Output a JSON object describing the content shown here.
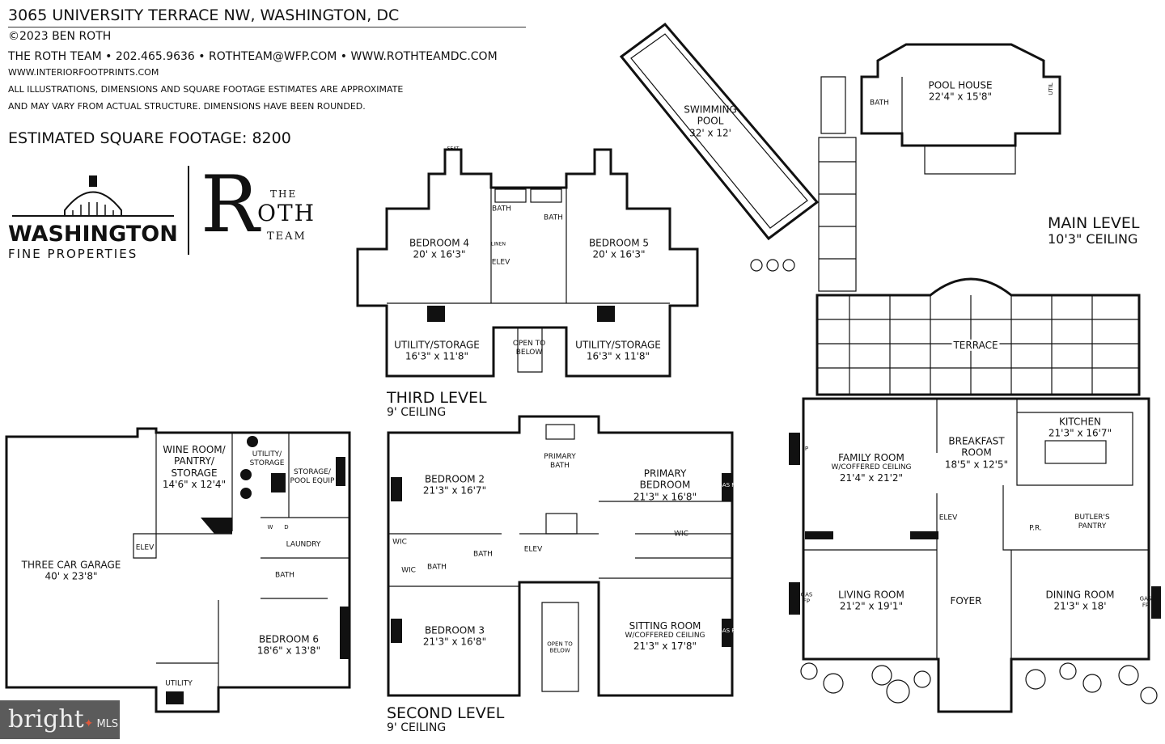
{
  "header": {
    "address": "3065 UNIVERSITY TERRACE NW, WASHINGTON, DC",
    "copyright": "©2023 BEN ROTH",
    "contact": "THE ROTH TEAM • 202.465.9636 • ROTHTEAM@WFP.COM • WWW.ROTHTEAMDC.COM",
    "website": "WWW.INTERIORFOOTPRINTS.COM",
    "disclaimer_1": "ALL ILLUSTRATIONS, DIMENSIONS AND SQUARE FOOTAGE ESTIMATES ARE APPROXIMATE",
    "disclaimer_2": "AND MAY VARY FROM ACTUAL STRUCTURE. DIMENSIONS HAVE BEEN ROUNDED.",
    "square_footage": "ESTIMATED SQUARE FOOTAGE: 8200"
  },
  "logos": {
    "wfp_line1": "WASHINGTON",
    "wfp_line2": "FINE PROPERTIES",
    "roth_r": "R",
    "roth_the": "THE",
    "roth_oth": "OTH",
    "roth_team": "TEAM"
  },
  "levels": {
    "third": {
      "name": "THIRD LEVEL",
      "ceiling": "9' CEILING"
    },
    "second": {
      "name": "SECOND LEVEL",
      "ceiling": "9' CEILING"
    },
    "main": {
      "name": "MAIN LEVEL",
      "ceiling": "10'3\" CEILING"
    }
  },
  "third_rooms": {
    "bedroom4": {
      "name": "BEDROOM 4",
      "dim": "20' x 16'3\""
    },
    "bedroom5": {
      "name": "BEDROOM 5",
      "dim": "20' x 16'3\""
    },
    "util_l": {
      "name": "UTILITY/STORAGE",
      "dim": "16'3\" x 11'8\""
    },
    "util_r": {
      "name": "UTILITY/STORAGE",
      "dim": "16'3\" x 11'8\""
    },
    "open": {
      "name": "OPEN TO",
      "dim": "BELOW"
    },
    "bath_l": "BATH",
    "bath_r": "BATH",
    "linen": "LINEN",
    "elev": "ELEV",
    "seat": "SEAT"
  },
  "second_rooms": {
    "bedroom2": {
      "name": "BEDROOM 2",
      "dim": "21'3\" x 16'7\""
    },
    "primary_bath": {
      "name": "PRIMARY",
      "dim": "BATH"
    },
    "primary_bedroom": {
      "name": "PRIMARY",
      "name2": "BEDROOM",
      "dim": "21'3\" x 16'8\""
    },
    "bedroom3": {
      "name": "BEDROOM 3",
      "dim": "21'3\" x 16'8\""
    },
    "sitting": {
      "name": "SITTING ROOM",
      "sub": "W/COFFERED CEILING",
      "dim": "21'3\" x 17'8\""
    },
    "open": {
      "name": "OPEN TO",
      "dim": "BELOW"
    },
    "wic1": "WIC",
    "wic2": "WIC",
    "wic3": "WIC",
    "bath1": "BATH",
    "bath2": "BATH",
    "elev": "ELEV",
    "gasfp1": "GAS FP",
    "gasfp2": "GAS FP"
  },
  "lower_rooms": {
    "garage": {
      "name": "THREE CAR GARAGE",
      "dim": "40' x 23'8\""
    },
    "wine": {
      "name": "WINE ROOM/",
      "name2": "PANTRY/",
      "name3": "STORAGE",
      "dim": "14'6\" x 12'4\""
    },
    "utility_storage": {
      "name": "UTILITY/",
      "dim": "STORAGE"
    },
    "pool_equip": {
      "name": "STORAGE/",
      "dim": "POOL EQUIP"
    },
    "bedroom6": {
      "name": "BEDROOM 6",
      "dim": "18'6\" x 13'8\""
    },
    "elev": "ELEV",
    "laundry": "LAUNDRY",
    "bath": "BATH",
    "utility": "UTILITY",
    "w": "W",
    "d": "D"
  },
  "main_rooms": {
    "pool": {
      "name": "SWIMMING",
      "name2": "POOL",
      "dim": "32' x 12'"
    },
    "pool_house": {
      "name": "POOL HOUSE",
      "dim": "22'4\" x 15'8\""
    },
    "pool_bath": "BATH",
    "util": "UTIL",
    "terrace": "TERRACE",
    "family": {
      "name": "FAMILY ROOM",
      "sub": "W/COFFERED CEILING",
      "dim": "21'4\" x 21'2\""
    },
    "breakfast": {
      "name": "BREAKFAST",
      "name2": "ROOM",
      "dim": "18'5\" x 12'5\""
    },
    "kitchen": {
      "name": "KITCHEN",
      "dim": "21'3\" x 16'7\""
    },
    "living": {
      "name": "LIVING ROOM",
      "dim": "21'2\" x 19'1\""
    },
    "foyer": "FOYER",
    "dining": {
      "name": "DINING ROOM",
      "dim": "21'3\" x 18'"
    },
    "elev": "ELEV",
    "pr": "P.R.",
    "butler": {
      "name": "BUTLER'S",
      "name2": "PANTRY"
    },
    "fp": "FP",
    "gasfp1": "GAS FP",
    "gasfp2": "GAS FP"
  },
  "watermark": {
    "brand": "bright",
    "suffix": "MLS"
  }
}
